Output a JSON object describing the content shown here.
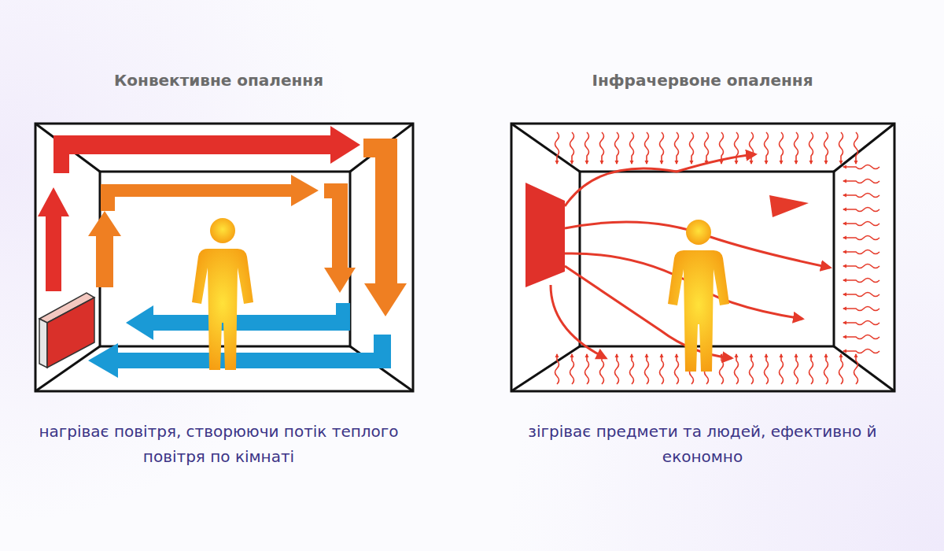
{
  "diagram": {
    "labels": [
      "Конвективне опалення",
      "Інфрачервоне опалення",
      "нагріває повітря, створюючи потік теплого повітря по кімнаті",
      "зігріває предмети та людей, ефективно й економно"
    ]
  }
}
